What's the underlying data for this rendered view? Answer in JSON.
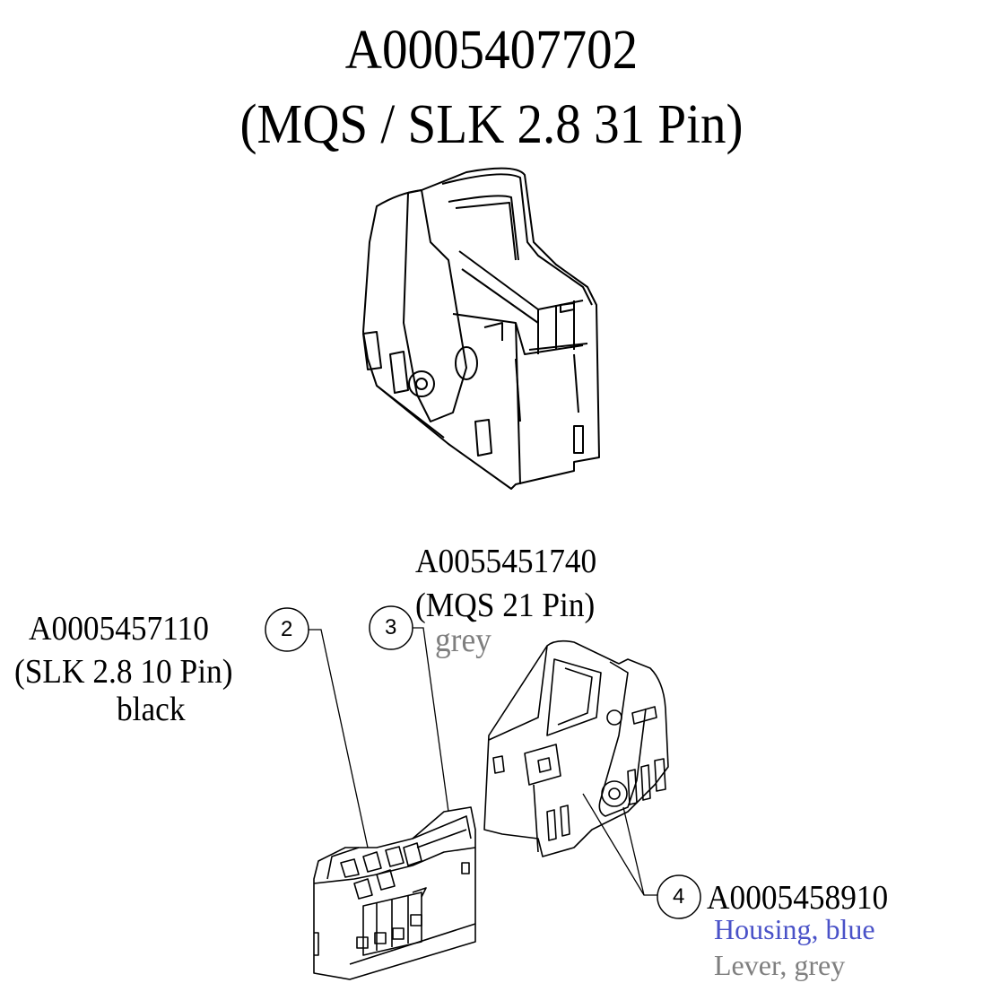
{
  "title": {
    "part_number": "A0005407702",
    "description": "(MQS / SLK 2.8  31 Pin)"
  },
  "colors": {
    "text": "#000000",
    "grey": "#7f7f7f",
    "blue": "#4a52c8",
    "line": "#000000"
  },
  "callouts": [
    {
      "number": "2",
      "part_number": "A0005457110",
      "description": "(SLK 2.8  10 Pin)",
      "color_note": "black"
    },
    {
      "number": "3",
      "part_number": "A0055451740",
      "description": "(MQS  21 Pin)",
      "color_note": "grey"
    },
    {
      "number": "4",
      "part_number": "A0005458910",
      "housing_note": "Housing, blue",
      "lever_note": "Lever, grey"
    }
  ],
  "drawings": [
    {
      "name": "assembled-connector",
      "icon": "connector-assembly-drawing"
    },
    {
      "name": "slk-insert",
      "icon": "connector-insert-drawing"
    },
    {
      "name": "housing-with-lever",
      "icon": "connector-housing-drawing"
    }
  ]
}
